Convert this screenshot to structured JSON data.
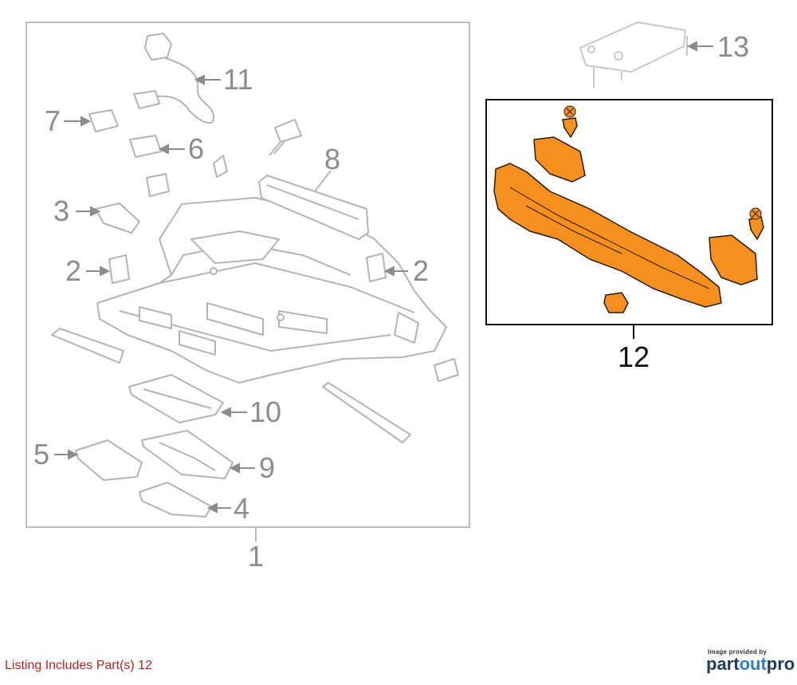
{
  "diagram": {
    "callouts": [
      {
        "id": "1",
        "label": "1"
      },
      {
        "id": "2a",
        "label": "2"
      },
      {
        "id": "2b",
        "label": "2"
      },
      {
        "id": "3",
        "label": "3"
      },
      {
        "id": "4",
        "label": "4"
      },
      {
        "id": "5",
        "label": "5"
      },
      {
        "id": "6",
        "label": "6"
      },
      {
        "id": "7",
        "label": "7"
      },
      {
        "id": "8",
        "label": "8"
      },
      {
        "id": "9",
        "label": "9"
      },
      {
        "id": "10",
        "label": "10"
      },
      {
        "id": "11",
        "label": "11"
      },
      {
        "id": "12",
        "label": "12"
      },
      {
        "id": "13",
        "label": "13"
      }
    ],
    "highlight_color": "#f5901e",
    "line_color": "#b4b4b4"
  },
  "footer": {
    "listing_note": "Listing Includes Part(s) 12",
    "provider_caption": "Image provided by",
    "provider_brand_a": "part",
    "provider_brand_b": "out",
    "provider_brand_c": "pro"
  }
}
